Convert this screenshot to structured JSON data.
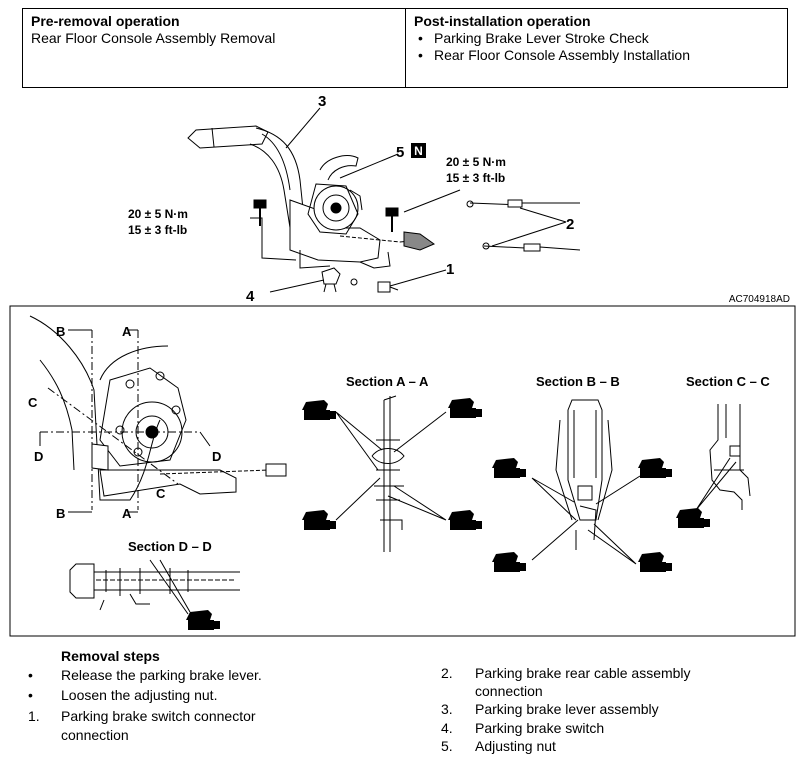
{
  "header": {
    "pre": {
      "title": "Pre-removal operation",
      "text": "Rear Floor Console Assembly Removal"
    },
    "post": {
      "title": "Post-installation operation",
      "items": [
        "Parking Brake Lever Stroke Check",
        "Rear Floor Console Assembly Installation"
      ]
    }
  },
  "diagram": {
    "callouts": {
      "c1": "1",
      "c2": "2",
      "c3": "3",
      "c4": "4",
      "c5": "5"
    },
    "n_badge": "N",
    "torque_left": {
      "nm": "20 ± 5 N·m",
      "ftlb": "15 ± 3 ft-lb"
    },
    "torque_right": {
      "nm": "20 ± 5 N·m",
      "ftlb": "15 ± 3 ft-lb"
    },
    "figure_id": "AC704918AD",
    "sections": {
      "aa": "Section  A – A",
      "bb": "Section  B – B",
      "cc": "Section  C – C",
      "dd": "Section  D – D"
    },
    "cut_labels": {
      "a": "A",
      "b": "B",
      "c": "C",
      "d": "D"
    }
  },
  "removal": {
    "heading": "Removal steps",
    "left": [
      {
        "mark": "•",
        "text": "Release the parking brake lever."
      },
      {
        "mark": "•",
        "text": "Loosen the adjusting nut."
      },
      {
        "mark": "1.",
        "text": "Parking brake switch connector",
        "text2": "connection"
      }
    ],
    "right": [
      {
        "mark": "2.",
        "text": "Parking brake rear cable assembly",
        "text2": "connection"
      },
      {
        "mark": "3.",
        "text": "Parking brake lever assembly"
      },
      {
        "mark": "4.",
        "text": "Parking brake switch"
      },
      {
        "mark": "5.",
        "text": "Adjusting nut"
      }
    ]
  }
}
